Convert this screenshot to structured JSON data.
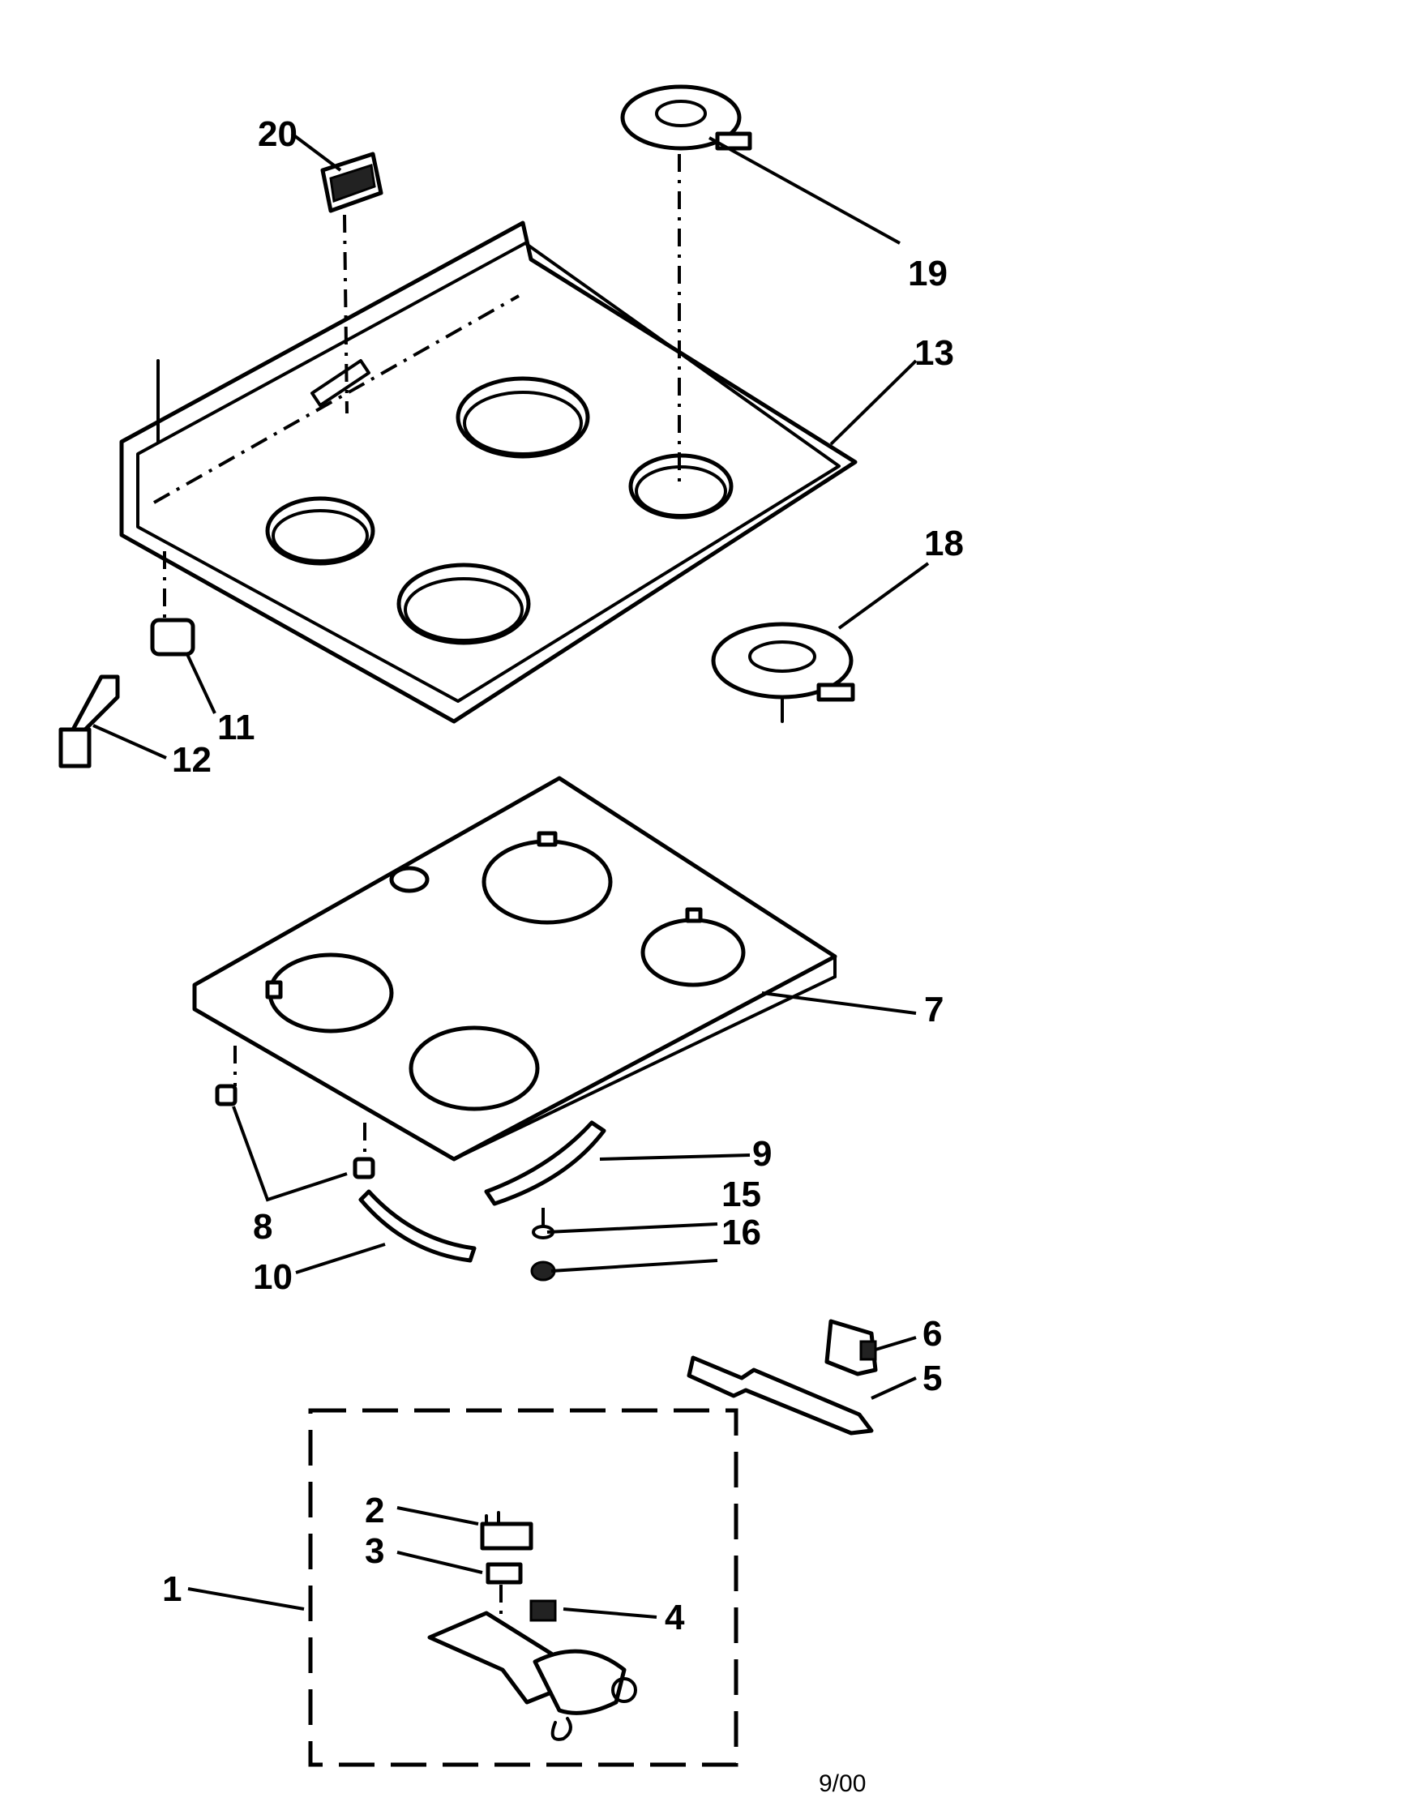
{
  "callouts": {
    "c1": "1",
    "c2": "2",
    "c3": "3",
    "c4": "4",
    "c5": "5",
    "c6": "6",
    "c7": "7",
    "c8": "8",
    "c9": "9",
    "c10": "10",
    "c11": "11",
    "c12": "12",
    "c13": "13",
    "c15": "15",
    "c16": "16",
    "c18": "18",
    "c19": "19",
    "c20": "20"
  },
  "footer": {
    "date_code": "9/00"
  },
  "colors": {
    "line": "#000000",
    "paper": "#ffffff"
  }
}
